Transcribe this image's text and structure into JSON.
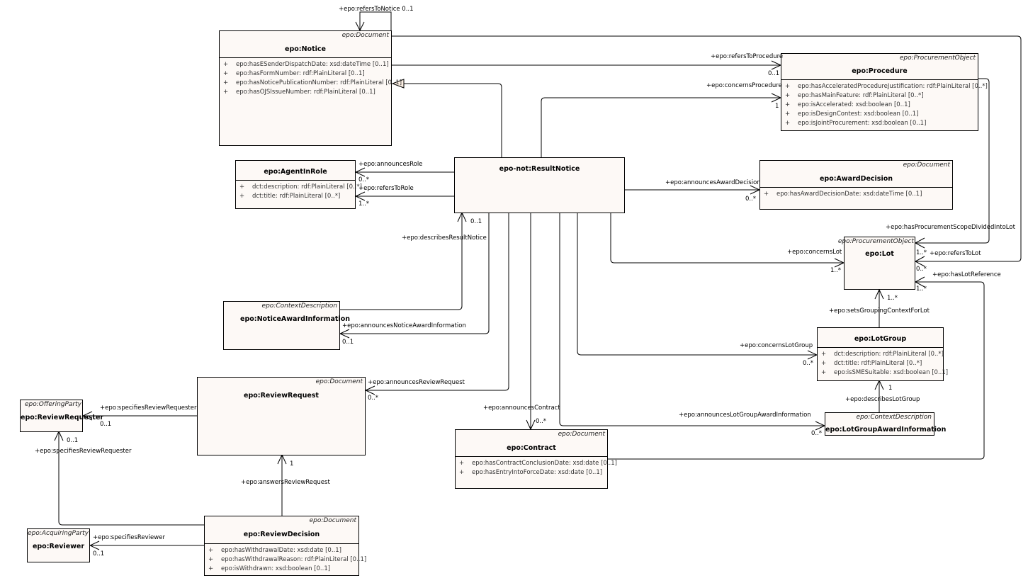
{
  "diagram": {
    "classes": {
      "notice": {
        "stereotype": "epo:Document",
        "name": "epo:Notice",
        "attributes": [
          "epo:hasESenderDispatchDate: xsd:dateTime [0..1]",
          "epo:hasFormNumber: rdf:PlainLiteral [0..1]",
          "epo:hasNoticePublicationNumber: rdf:PlainLiteral [0..1]",
          "epo:hasOJSIssueNumber: rdf:PlainLiteral [0..1]"
        ]
      },
      "procedure": {
        "stereotype": "epo:ProcurementObject",
        "name": "epo:Procedure",
        "attributes": [
          "epo:hasAcceleratedProcedureJustification: rdf:PlainLiteral [0..*]",
          "epo:hasMainFeature: rdf:PlainLiteral [0..*]",
          "epo:isAccelerated: xsd:boolean [0..1]",
          "epo:isDesignContest: xsd:boolean [0..1]",
          "epo:isJointProcurement: xsd:boolean [0..1]"
        ]
      },
      "agent_in_role": {
        "stereotype": "",
        "name": "epo:AgentInRole",
        "attributes": [
          "dct:description: rdf:PlainLiteral [0..*]",
          "dct:title: rdf:PlainLiteral [0..*]"
        ]
      },
      "result_notice": {
        "stereotype": "",
        "name": "epo-not:ResultNotice",
        "attributes": []
      },
      "award_decision": {
        "stereotype": "epo:Document",
        "name": "epo:AwardDecision",
        "attributes": [
          "epo:hasAwardDecisionDate: xsd:dateTime [0..1]"
        ]
      },
      "lot": {
        "stereotype": "epo:ProcurementObject",
        "name": "epo:Lot",
        "attributes": []
      },
      "notice_award_information": {
        "stereotype": "epo:ContextDescription",
        "name": "epo:NoticeAwardInformation",
        "attributes": []
      },
      "lot_group": {
        "stereotype": "",
        "name": "epo:LotGroup",
        "attributes": [
          "dct:description: rdf:PlainLiteral [0..*]",
          "dct:title: rdf:PlainLiteral [0..*]",
          "epo:isSMESuitable: xsd:boolean [0..1]"
        ]
      },
      "review_request": {
        "stereotype": "epo:Document",
        "name": "epo:ReviewRequest",
        "attributes": []
      },
      "review_requester": {
        "stereotype": "epo:OfferingParty",
        "name": "epo:ReviewRequester",
        "attributes": []
      },
      "lot_group_award_information": {
        "stereotype": "epo:ContextDescription",
        "name": "epo:LotGroupAwardInformation",
        "attributes": []
      },
      "contract": {
        "stereotype": "epo:Document",
        "name": "epo:Contract",
        "attributes": [
          "epo:hasContractConclusionDate: xsd:date [0..1]",
          "epo:hasEntryIntoForceDate: xsd:date [0..1]"
        ]
      },
      "reviewer": {
        "stereotype": "epo:AcquiringParty",
        "name": "epo:Reviewer",
        "attributes": []
      },
      "review_decision": {
        "stereotype": "epo:Document",
        "name": "epo:ReviewDecision",
        "attributes": [
          "epo:hasWithdrawalDate: xsd:date [0..1]",
          "epo:hasWithdrawalReason: rdf:PlainLiteral [0..1]",
          "epo:isWithdrawn: xsd:boolean [0..1]"
        ]
      }
    },
    "attribute_prefix": "+",
    "labels": {
      "refers_to_notice": "+epo:refersToNotice 0..1",
      "refers_to_procedure": "+epo:refersToProcedure",
      "refers_to_procedure_mult": "0..1",
      "concerns_procedure": "+epo:concernsProcedure",
      "concerns_procedure_mult": "1",
      "announces_role": "+epo:announcesRole",
      "announces_role_mult": "0..*",
      "refers_to_role": "+epo:refersToRole",
      "refers_to_role_mult": "1..*",
      "describes_result_notice": "+epo:describesResultNotice",
      "describes_result_notice_mult": "0..1",
      "announces_award_decision": "+epo:announcesAwardDecision",
      "announces_award_decision_mult": "0..*",
      "has_procurement_scope": "+epo:hasProcurementScopeDividedIntoLot",
      "has_procurement_scope_mult": "1..*",
      "refers_to_lot": "+epo:refersToLot",
      "refers_to_lot_mult": "0..*",
      "has_lot_reference": "+epo:hasLotReference",
      "has_lot_reference_mult": "1..*",
      "concerns_lot": "+epo:concernsLot",
      "concerns_lot_mult": "1..*",
      "sets_grouping": "+epo:setsGroupingContextForLot",
      "sets_grouping_mult": "1..*",
      "announces_notice_award_info": "+epo:announcesNoticeAwardInformation",
      "announces_notice_award_info_mult": "0..1",
      "concerns_lot_group": "+epo:concernsLotGroup",
      "concerns_lot_group_mult": "0..*",
      "announces_review_request": "+epo:announcesReviewRequest",
      "announces_review_request_mult": "0..*",
      "specifies_review_requester": "+epo:specifiesReviewRequester",
      "specifies_review_requester_mult": "0..1",
      "specifies_review_requester2": "+epo:specifiesReviewRequester",
      "specifies_review_requester2_mult": "0..1",
      "describes_lot_group": "+epo:describesLotGroup",
      "describes_lot_group_mult": "1",
      "announces_contract": "+epo:announcesContract",
      "announces_contract_mult": "0..*",
      "announces_lot_group_award_info": "+epo:announcesLotGroupAwardInformation",
      "announces_lot_group_award_info_mult": "0..*",
      "answers_review_request": "+epo:answersReviewRequest",
      "answers_review_request_mult": "1",
      "specifies_reviewer": "+epo:specifiesReviewer",
      "specifies_reviewer_mult": "0..1"
    }
  }
}
